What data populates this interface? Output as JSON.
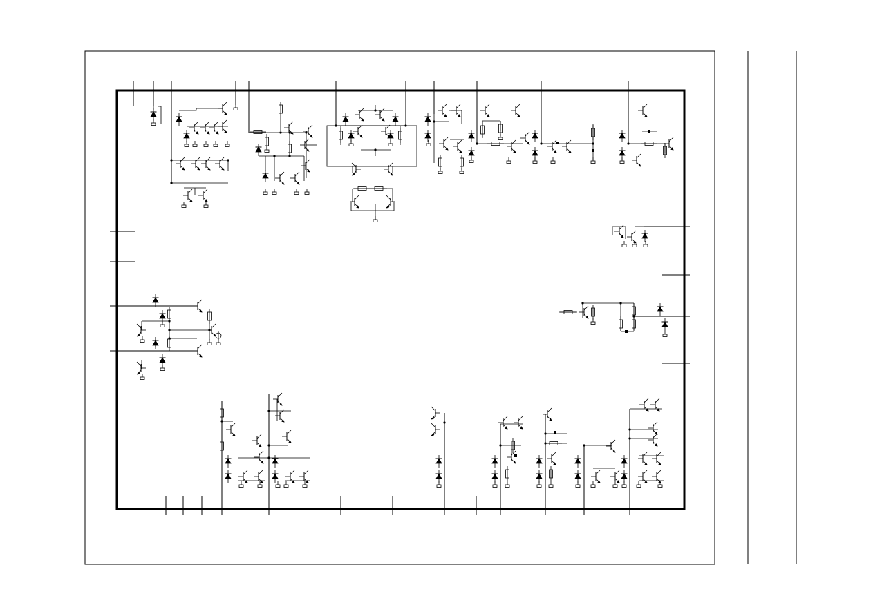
{
  "page": {
    "background": "#ffffff",
    "ink": "#000000"
  },
  "diagram": {
    "kind": "circuit-schematic",
    "labels": [],
    "component_types": [
      "npn-transistor",
      "diode",
      "resistor",
      "ground-terminal",
      "pin-lead"
    ]
  }
}
